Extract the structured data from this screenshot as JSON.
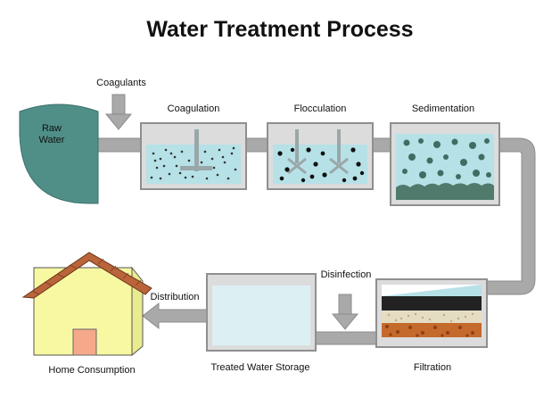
{
  "title": "Water Treatment Process",
  "labels": {
    "raw_water_line1": "Raw",
    "raw_water_line2": "Water",
    "coagulants": "Coagulants",
    "coagulation": "Coagulation",
    "flocculation": "Flocculation",
    "sedimentation": "Sedimentation",
    "disinfection": "Disinfection",
    "filtration": "Filtration",
    "treated_water_storage": "Treated Water Storage",
    "distribution": "Distribution",
    "home_consumption": "Home Consumption"
  },
  "colors": {
    "pipe": "#a9a9a9",
    "pipe_edge": "#8c8c8c",
    "raw_water": "#4f8f88",
    "water": "#b6e1e7",
    "tank_frame": "#8f8f8f",
    "sludge": "#4f7a6c",
    "filter_black": "#222222",
    "filter_sand": "#e5ddc3",
    "filter_gravel": "#c46a2c",
    "house_wall": "#f8f8a3",
    "house_roof": "#b9643a",
    "house_door": "#f5a98a",
    "storage_water": "#dcf0f4"
  }
}
